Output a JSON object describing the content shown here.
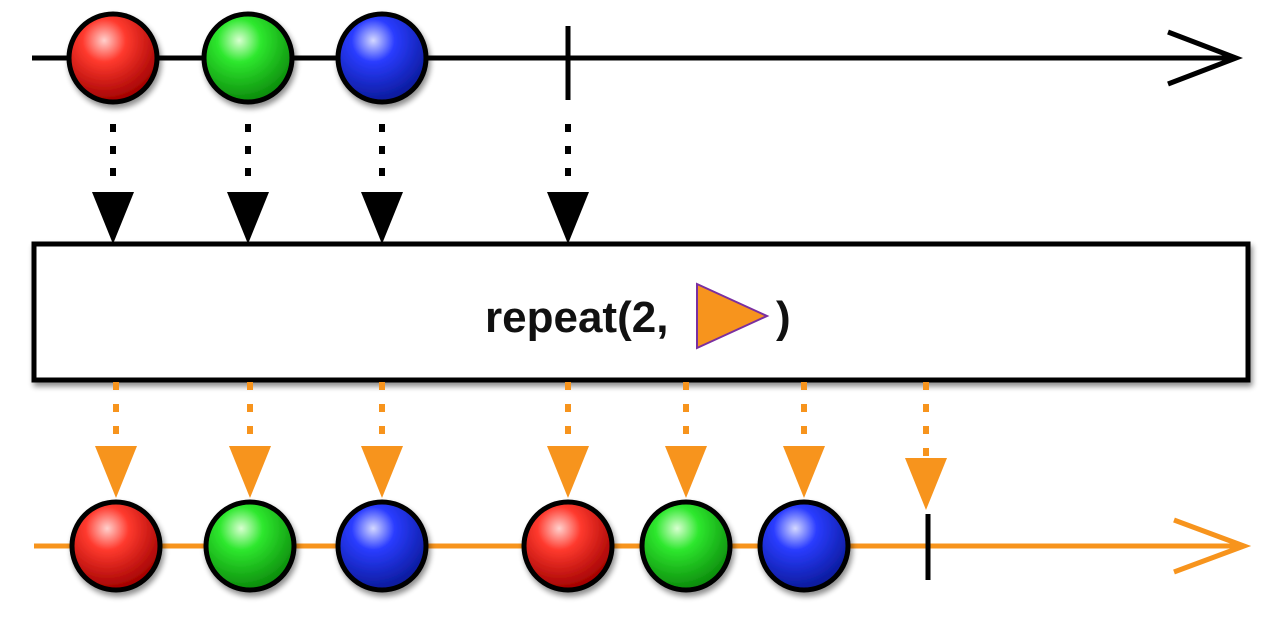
{
  "operator": {
    "label_prefix": "repeat(2,",
    "label_suffix": ")",
    "argument_icon": "orange-play-triangle-icon"
  },
  "colors": {
    "source_line": "#000000",
    "output_line": "#f7941d",
    "arrow_source": "#000000",
    "arrow_output": "#f7941d",
    "marble_red": "#e8140f",
    "marble_green": "#1fd21f",
    "marble_blue": "#1a2fe6",
    "triangle_fill": "#f7941d",
    "triangle_stroke": "#7a2fa0"
  },
  "source_stream": {
    "marbles": [
      "red",
      "green",
      "blue"
    ],
    "completes": true
  },
  "output_stream": {
    "marbles": [
      "red",
      "green",
      "blue",
      "red",
      "green",
      "blue"
    ],
    "completes": true
  }
}
